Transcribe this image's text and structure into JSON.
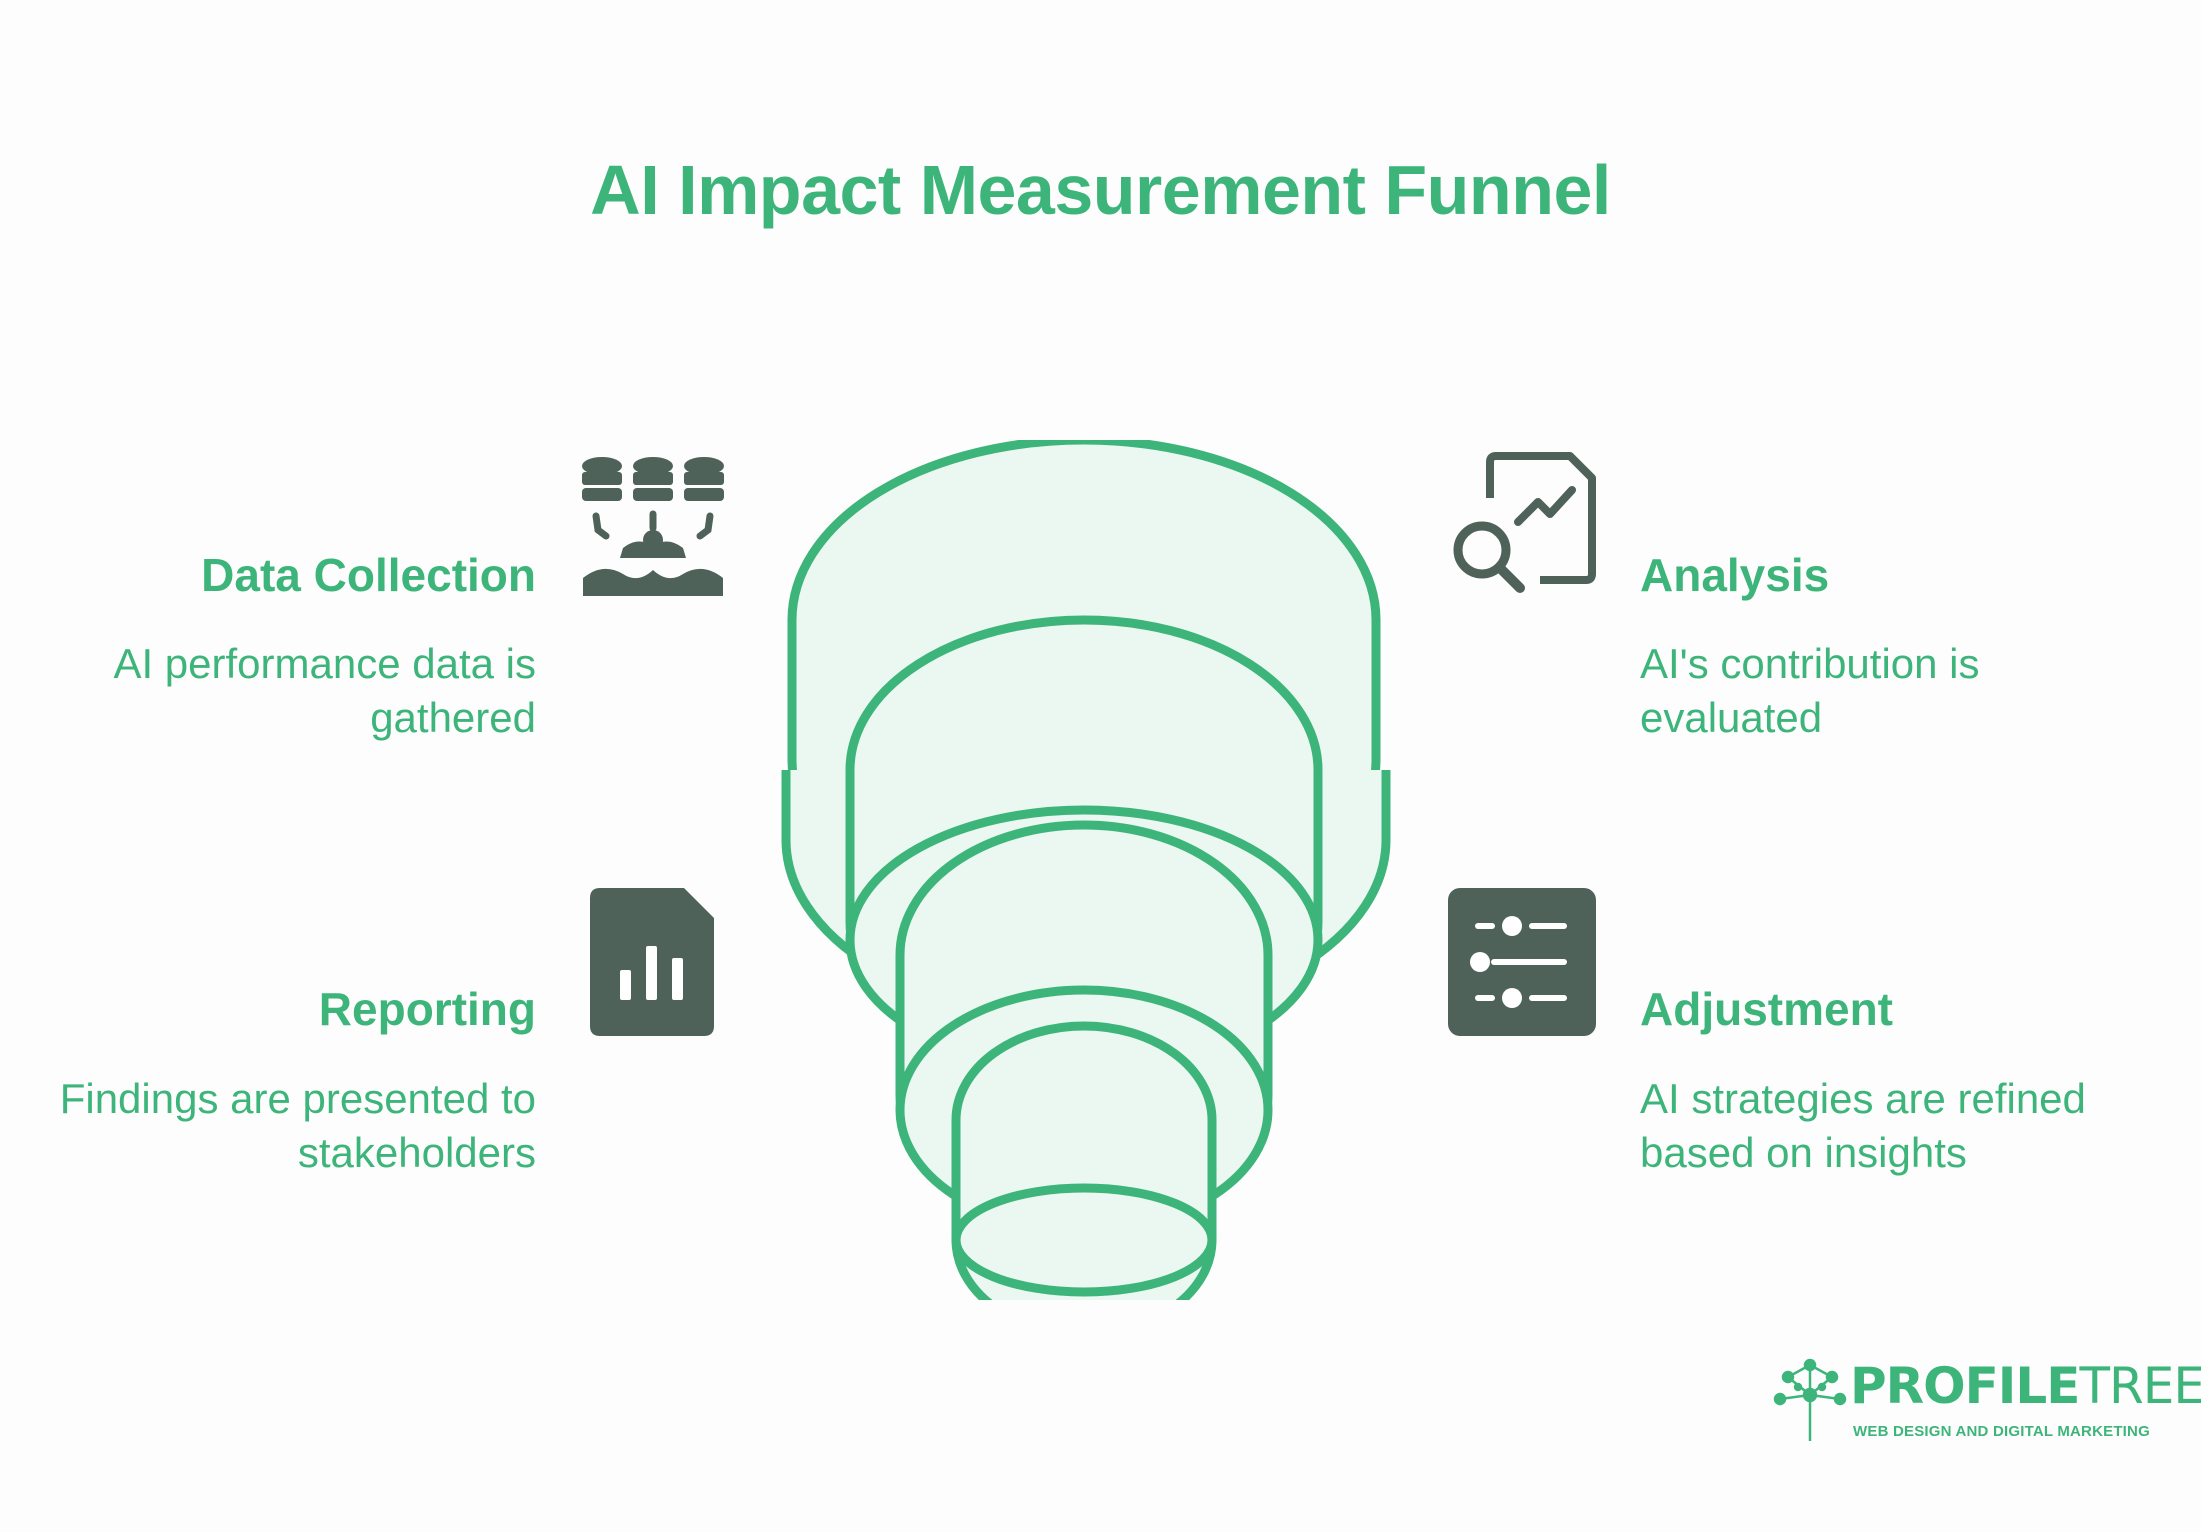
{
  "title": "AI Impact Measurement Funnel",
  "stages": [
    {
      "title": "Data Collection",
      "description": "AI performance data is gathered",
      "icon": "database-collection-icon"
    },
    {
      "title": "Analysis",
      "description": "AI's contribution is evaluated",
      "icon": "document-search-chart-icon"
    },
    {
      "title": "Reporting",
      "description": "Findings are presented to stakeholders",
      "icon": "bar-chart-document-icon"
    },
    {
      "title": "Adjustment",
      "description": "AI strategies are refined based on insights",
      "icon": "settings-sliders-icon"
    }
  ],
  "logo": {
    "name_bold": "PROFILE",
    "name_light": "TREE",
    "tagline": "WEB DESIGN AND DIGITAL MARKETING"
  },
  "colors": {
    "accent": "#3db57a",
    "icon": "#4f6259",
    "funnel_fill": "#eaf8f1",
    "funnel_stroke": "#3db57a"
  }
}
